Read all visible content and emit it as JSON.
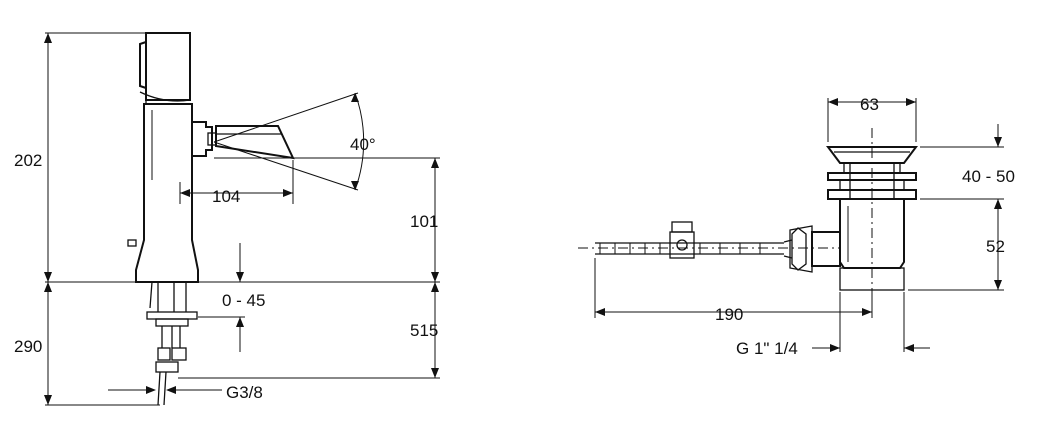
{
  "dimensions": {
    "height_upper": "202",
    "height_lower": "290",
    "spout_reach": "104",
    "spout_height": "101",
    "spout_angle": "40°",
    "adjust_range": "0 - 45",
    "pipe_length": "515",
    "connection_thread": "G3/8",
    "waste_diameter": "63",
    "waste_adjust": "40 - 50",
    "waste_body_height": "52",
    "rod_length": "190",
    "waste_thread": "G 1\" 1/4"
  }
}
